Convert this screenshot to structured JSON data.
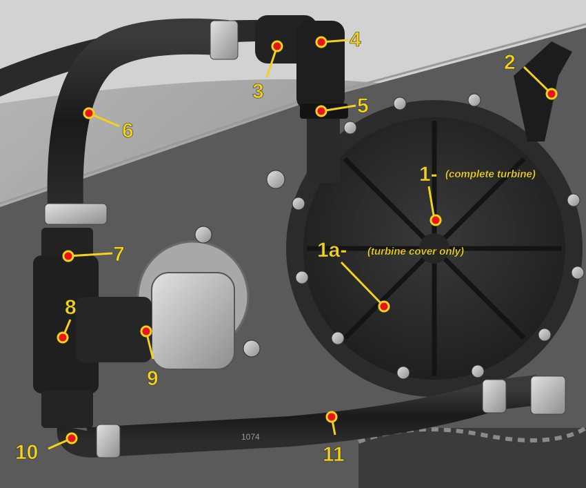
{
  "labels": {
    "l1": "1-",
    "l1_note": "(complete turbine)",
    "l1a": "1a-",
    "l1a_note": "(turbine cover only)",
    "l2": "2",
    "l3": "3",
    "l4": "4",
    "l5": "5",
    "l6": "6",
    "l7": "7",
    "l8": "8",
    "l9": "9",
    "l10": "10",
    "l11": "11"
  },
  "hose_marking": "1074",
  "colors": {
    "label_fill": "#f2d21b",
    "marker_dot": "#e8141b"
  }
}
